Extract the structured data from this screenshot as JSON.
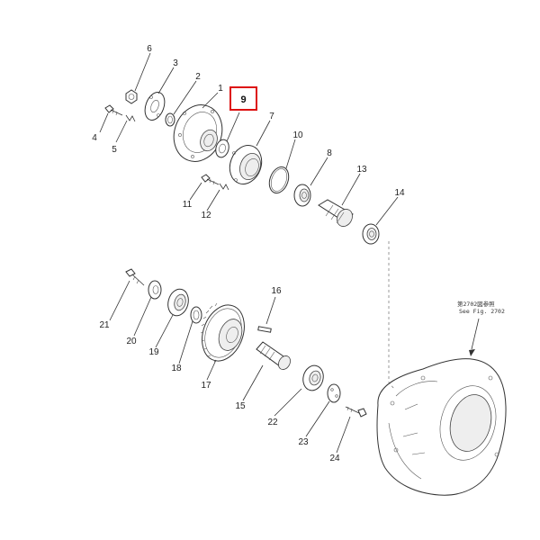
{
  "diagram": {
    "highlight": {
      "label": "9",
      "color": "#d11111"
    },
    "callouts": [
      {
        "id": "1",
        "label": "1"
      },
      {
        "id": "2",
        "label": "2"
      },
      {
        "id": "3",
        "label": "3"
      },
      {
        "id": "4",
        "label": "4"
      },
      {
        "id": "5",
        "label": "5"
      },
      {
        "id": "6",
        "label": "6"
      },
      {
        "id": "7",
        "label": "7"
      },
      {
        "id": "8",
        "label": "8"
      },
      {
        "id": "10",
        "label": "10"
      },
      {
        "id": "11",
        "label": "11"
      },
      {
        "id": "12",
        "label": "12"
      },
      {
        "id": "13",
        "label": "13"
      },
      {
        "id": "14",
        "label": "14"
      },
      {
        "id": "15",
        "label": "15"
      },
      {
        "id": "16",
        "label": "16"
      },
      {
        "id": "17",
        "label": "17"
      },
      {
        "id": "18",
        "label": "18"
      },
      {
        "id": "19",
        "label": "19"
      },
      {
        "id": "20",
        "label": "20"
      },
      {
        "id": "21",
        "label": "21"
      },
      {
        "id": "22",
        "label": "22"
      },
      {
        "id": "23",
        "label": "23"
      },
      {
        "id": "24",
        "label": "24"
      }
    ],
    "reference": {
      "line1": "第2702図参照",
      "line2": "See Fig. 2702"
    }
  }
}
